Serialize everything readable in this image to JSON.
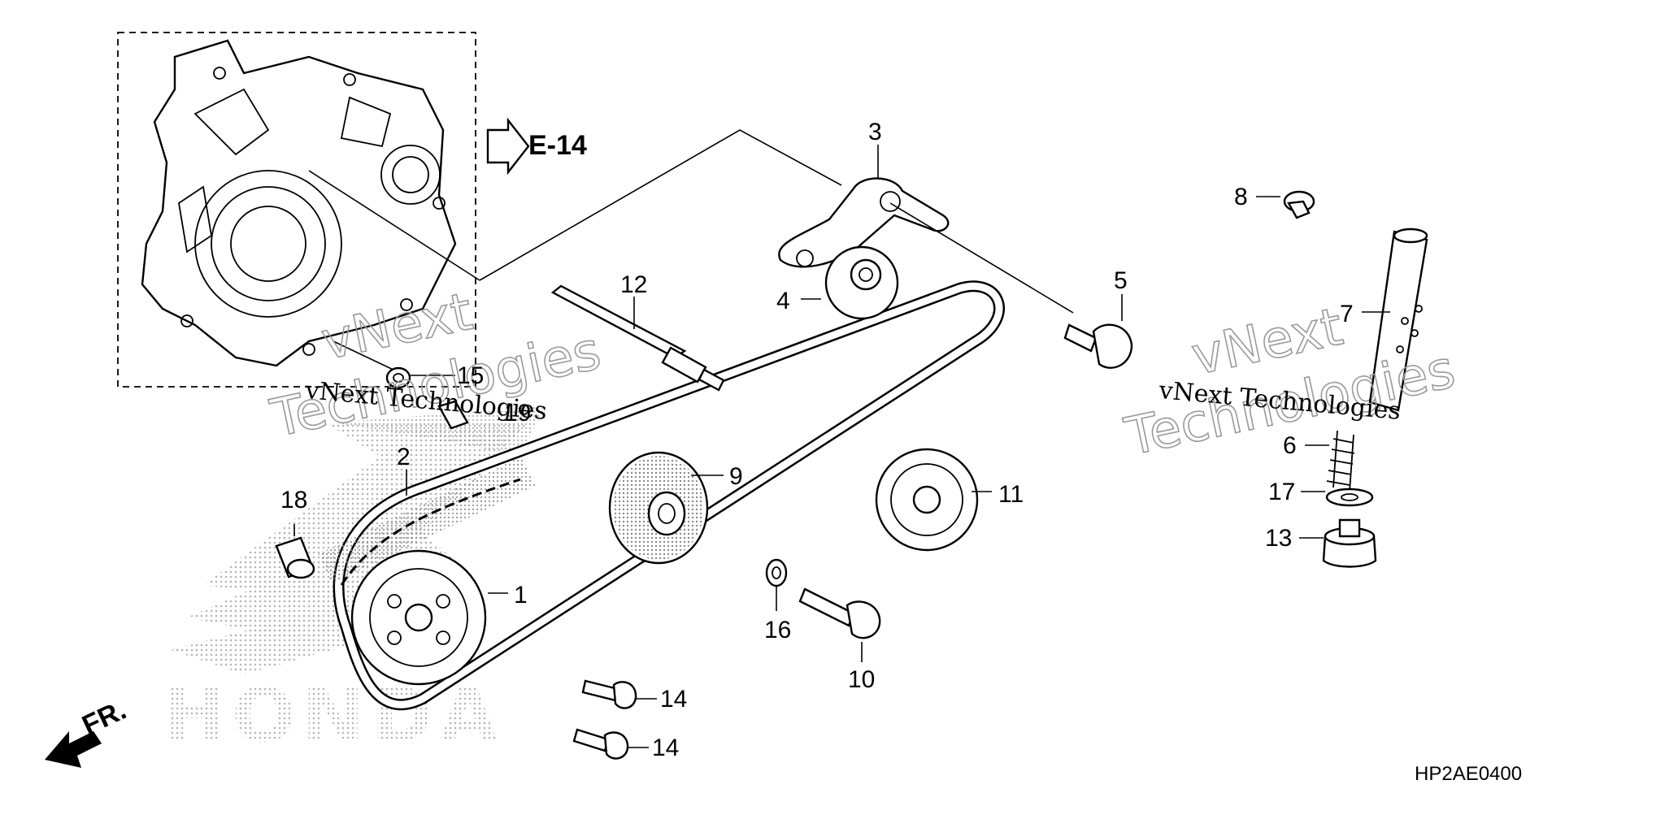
{
  "diagram": {
    "part_labels": {
      "p1": "1",
      "p2": "2",
      "p3": "3",
      "p4": "4",
      "p5": "5",
      "p6": "6",
      "p7": "7",
      "p8": "8",
      "p9": "9",
      "p10": "10",
      "p11": "11",
      "p12": "12",
      "p13": "13",
      "p14a": "14",
      "p14b": "14",
      "p15": "15",
      "p16": "16",
      "p17": "17",
      "p18": "18",
      "p19": "19"
    },
    "reference": "E-14",
    "front_label": "FR.",
    "brand_mark": "HONDA",
    "diagram_code": "HP2AE0400",
    "watermark": {
      "line1": "vNext",
      "line2": "Technologies",
      "inline": "vNext Technologies"
    },
    "colors": {
      "ink": "#000000",
      "halftone": "#b5b5b5",
      "background": "#ffffff"
    }
  }
}
